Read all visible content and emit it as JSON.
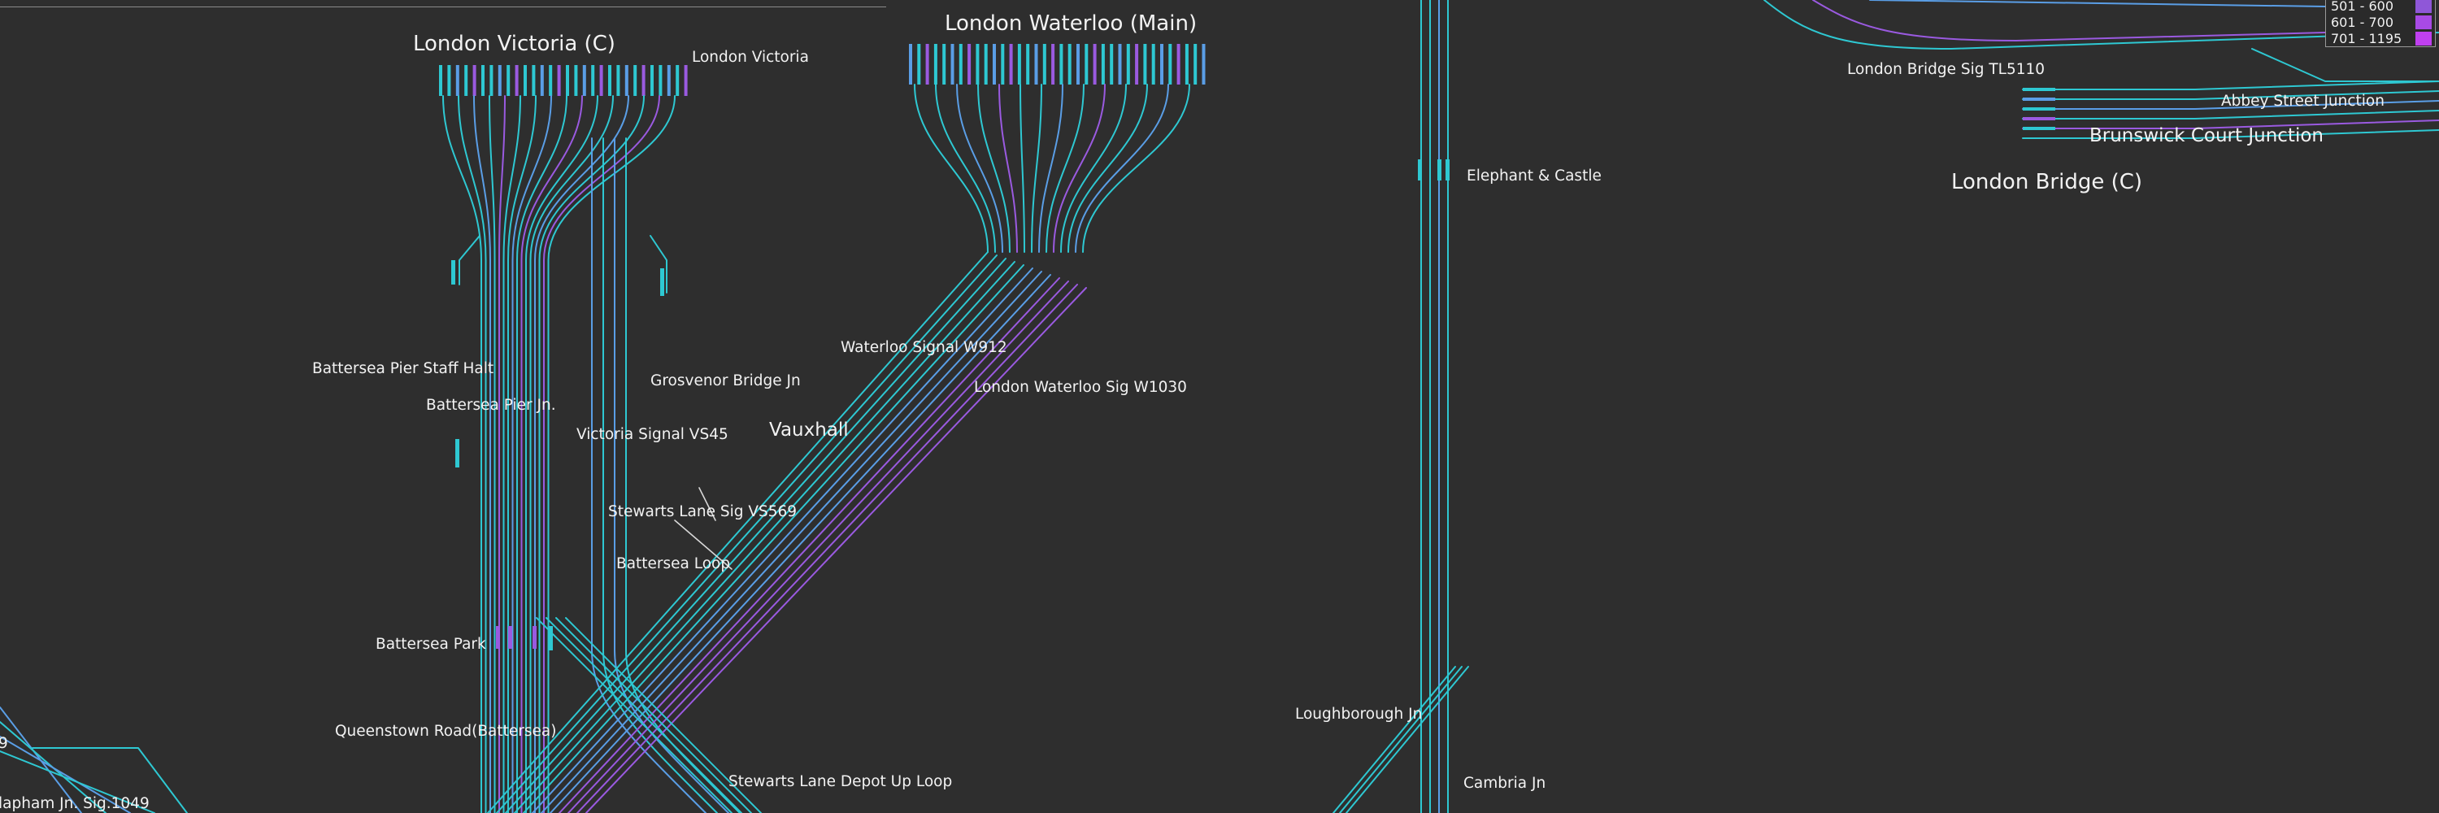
{
  "colors": {
    "background": "#2e2e2e",
    "track_low": "#2ec8d2",
    "track_mid": "#5a9ee6",
    "track_high": "#9a5ae0",
    "track_max": "#c040f0",
    "idle_track": "#d8d8d8"
  },
  "labels": {
    "london_victoria_c": "London Victoria (C)",
    "london_victoria": "London Victoria",
    "london_waterloo_main": "London Waterloo (Main)",
    "elephant_castle": "Elephant & Castle",
    "london_bridge_sig": "London Bridge Sig TL5110",
    "abbey_street_jn": "Abbey Street Junction",
    "brunswick_court_jn": "Brunswick Court Junction",
    "london_bridge_c": "London Bridge (C)",
    "waterloo_w912": "Waterloo Signal W912",
    "waterloo_w1030": "London Waterloo Sig W1030",
    "battersea_pier_halt": "Battersea Pier Staff Halt",
    "grosvenor_bridge_jn": "Grosvenor Bridge Jn",
    "battersea_pier_jn": "Battersea Pier Jn.",
    "vauxhall": "Vauxhall",
    "victoria_vs45": "Victoria Signal VS45",
    "stewarts_lane_vs569": "Stewarts Lane Sig VS569",
    "battersea_loop": "Battersea Loop",
    "battersea_park": "Battersea Park",
    "loughborough_jn": "Loughborough Jn",
    "queenstown_road": "Queenstown Road(Battersea)",
    "stewarts_lane_depot": "Stewarts Lane Depot Up Loop",
    "cambria_jn": "Cambria Jn",
    "clapham_sig": "lapham Jn. Sig.1049",
    "edge_9": "9"
  },
  "legend": {
    "rows": [
      {
        "label": "501 - 600",
        "color": "#8f57d8"
      },
      {
        "label": "601 - 700",
        "color": "#a84ae6"
      },
      {
        "label": "701 - 1195",
        "color": "#c040f0"
      }
    ]
  }
}
